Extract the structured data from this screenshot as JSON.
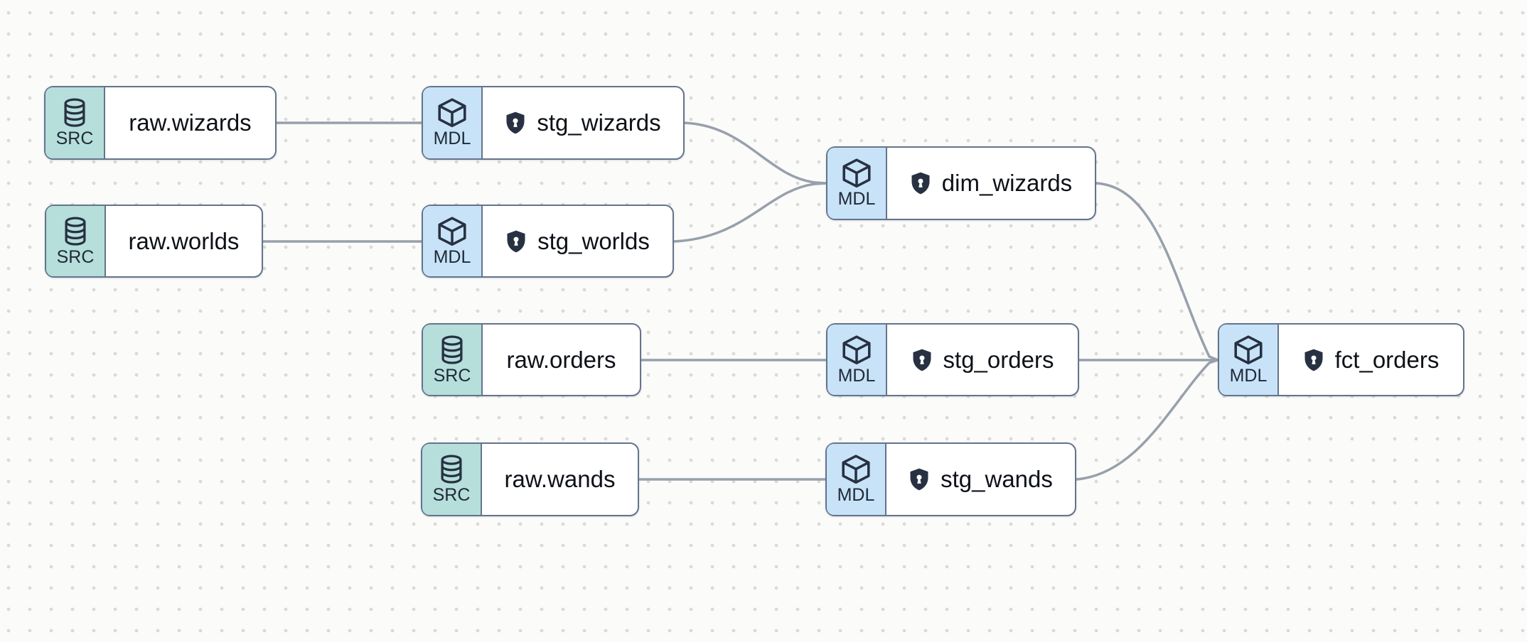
{
  "graph": {
    "kind": "data-lineage-dag",
    "badges": {
      "source": "SRC",
      "model": "MDL"
    },
    "colors": {
      "background": "#fbfbfa",
      "grid_dot": "#d9d9d9",
      "node_border": "#64748b",
      "node_body": "#ffffff",
      "source_badge_bg": "#b6dedb",
      "model_badge_bg": "#c8e3f8",
      "edge": "#98a0ab",
      "text": "#0d1117",
      "icon": "#273142"
    },
    "icons": {
      "source": "database-icon",
      "model": "cube-icon",
      "contract": "shield-lock-icon"
    }
  },
  "nodes": [
    {
      "id": "raw_wizards",
      "type": "source",
      "badge": "SRC",
      "label": "raw.wizards",
      "shield": false
    },
    {
      "id": "raw_worlds",
      "type": "source",
      "badge": "SRC",
      "label": "raw.worlds",
      "shield": false
    },
    {
      "id": "stg_wizards",
      "type": "model",
      "badge": "MDL",
      "label": "stg_wizards",
      "shield": true
    },
    {
      "id": "stg_worlds",
      "type": "model",
      "badge": "MDL",
      "label": "stg_worlds",
      "shield": true
    },
    {
      "id": "raw_orders",
      "type": "source",
      "badge": "SRC",
      "label": "raw.orders",
      "shield": false
    },
    {
      "id": "stg_orders",
      "type": "model",
      "badge": "MDL",
      "label": "stg_orders",
      "shield": true
    },
    {
      "id": "dim_wizards",
      "type": "model",
      "badge": "MDL",
      "label": "dim_wizards",
      "shield": true
    },
    {
      "id": "raw_wands",
      "type": "source",
      "badge": "SRC",
      "label": "raw.wands",
      "shield": false
    },
    {
      "id": "stg_wands",
      "type": "model",
      "badge": "MDL",
      "label": "stg_wands",
      "shield": true
    },
    {
      "id": "fct_orders",
      "type": "model",
      "badge": "MDL",
      "label": "fct_orders",
      "shield": true
    }
  ],
  "edges": [
    {
      "from": "raw_wizards",
      "to": "stg_wizards"
    },
    {
      "from": "raw_worlds",
      "to": "stg_worlds"
    },
    {
      "from": "raw_orders",
      "to": "stg_orders"
    },
    {
      "from": "raw_wands",
      "to": "stg_wands"
    },
    {
      "from": "stg_wizards",
      "to": "dim_wizards"
    },
    {
      "from": "stg_worlds",
      "to": "dim_wizards"
    },
    {
      "from": "stg_orders",
      "to": "fct_orders"
    },
    {
      "from": "dim_wizards",
      "to": "fct_orders"
    },
    {
      "from": "stg_wands",
      "to": "fct_orders"
    }
  ]
}
